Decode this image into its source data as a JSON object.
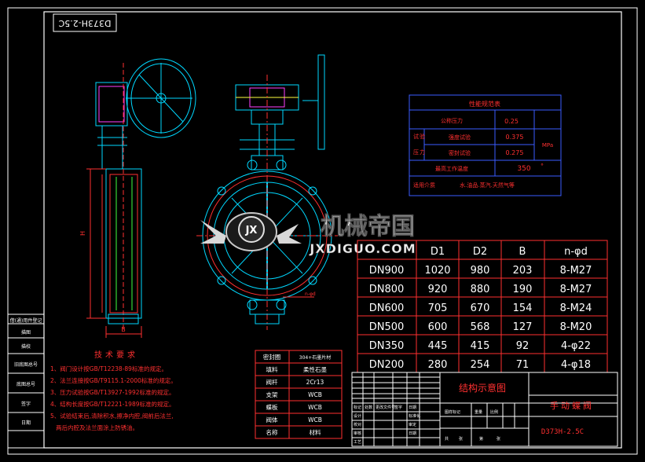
{
  "drawing_code_rotated": "D373H-2.5C",
  "title_block": {
    "drawing_title": "结构示意图",
    "part_name": "手动蝶阀",
    "drawing_number": "D373H-2.5C",
    "row_labels": [
      "标记",
      "处数",
      "更改文件号",
      "签字",
      "日期",
      "设计",
      "校对",
      "审核",
      "工艺",
      "标准化",
      "审定",
      "日期"
    ],
    "col_labels": [
      "图样标记",
      "重量",
      "比例",
      "共",
      "张",
      "第",
      "张"
    ]
  },
  "left_side_block": {
    "labels": [
      "借(通)用件登记",
      "描图",
      "描校",
      "旧底图总号",
      "底图总号",
      "签字",
      "日期"
    ]
  },
  "watermark": {
    "brand": "机械帝国",
    "url": "JXDIGUO.COM",
    "logo_letters": "JX"
  },
  "performance_table": {
    "title": "性能规范表",
    "nominal_pressure_label": "公称压力",
    "nominal_pressure_value": "0.25",
    "test_label_left": [
      "试",
      "验",
      "压",
      "力"
    ],
    "strength_label": "强度试验",
    "strength_value": "0.375",
    "seal_label": "密封试验",
    "seal_value": "0.275",
    "unit": "MPa",
    "max_temp_label": "最高工作温度",
    "max_temp_value": "350",
    "max_temp_unit": "°",
    "medium_label": "适用介质",
    "medium_value": "水.油品.蒸汽.天然气等"
  },
  "dimension_table": {
    "headers": [
      "",
      "D1",
      "D2",
      "B",
      "n-φd"
    ],
    "rows": [
      [
        "DN900",
        "1020",
        "980",
        "203",
        "8-M27"
      ],
      [
        "DN800",
        "920",
        "880",
        "190",
        "8-M27"
      ],
      [
        "DN600",
        "705",
        "670",
        "154",
        "8-M24"
      ],
      [
        "DN500",
        "600",
        "568",
        "127",
        "8-M20"
      ],
      [
        "DN350",
        "445",
        "415",
        "92",
        "4-φ22"
      ],
      [
        "DN200",
        "280",
        "254",
        "71",
        "4-φ18"
      ]
    ]
  },
  "materials_table": {
    "rows": [
      [
        "密封圈",
        "304+石墨片材"
      ],
      [
        "填料",
        "柔性石墨"
      ],
      [
        "阀杆",
        "2Cr13"
      ],
      [
        "支架",
        "WCB"
      ],
      [
        "蝶板",
        "WCB"
      ],
      [
        "阀体",
        "WCB"
      ],
      [
        "名称",
        "材料"
      ]
    ]
  },
  "tech_requirements": {
    "title": "技术要求",
    "items": [
      "1、阀门设计按GB/T12238-89标准的规定。",
      "2、法兰连接按GB/T9115.1-2000标准的规定。",
      "3、压力试验按GB/T13927-1992标准的规定。",
      "4、结构长度按GB/T12221-1989标准的规定。",
      "5、试验结束后,清除积水,擦净内腔,阀前后法兰,",
      "   两后内腔及法兰面涂上防锈油。"
    ]
  },
  "drawing_marks": {
    "side_dim_label": "B",
    "front_flange_label": "n-φd",
    "side_height_label": "H"
  },
  "colors": {
    "frame": "#ffffff",
    "cad_cyan": "#00d8ff",
    "cad_red": "#ff3030",
    "cad_blue": "#3a5cff",
    "cad_magenta": "#ff40ff",
    "cad_yellow": "#ffff40",
    "cad_green": "#40ff40",
    "table_text": "#ffffff"
  }
}
